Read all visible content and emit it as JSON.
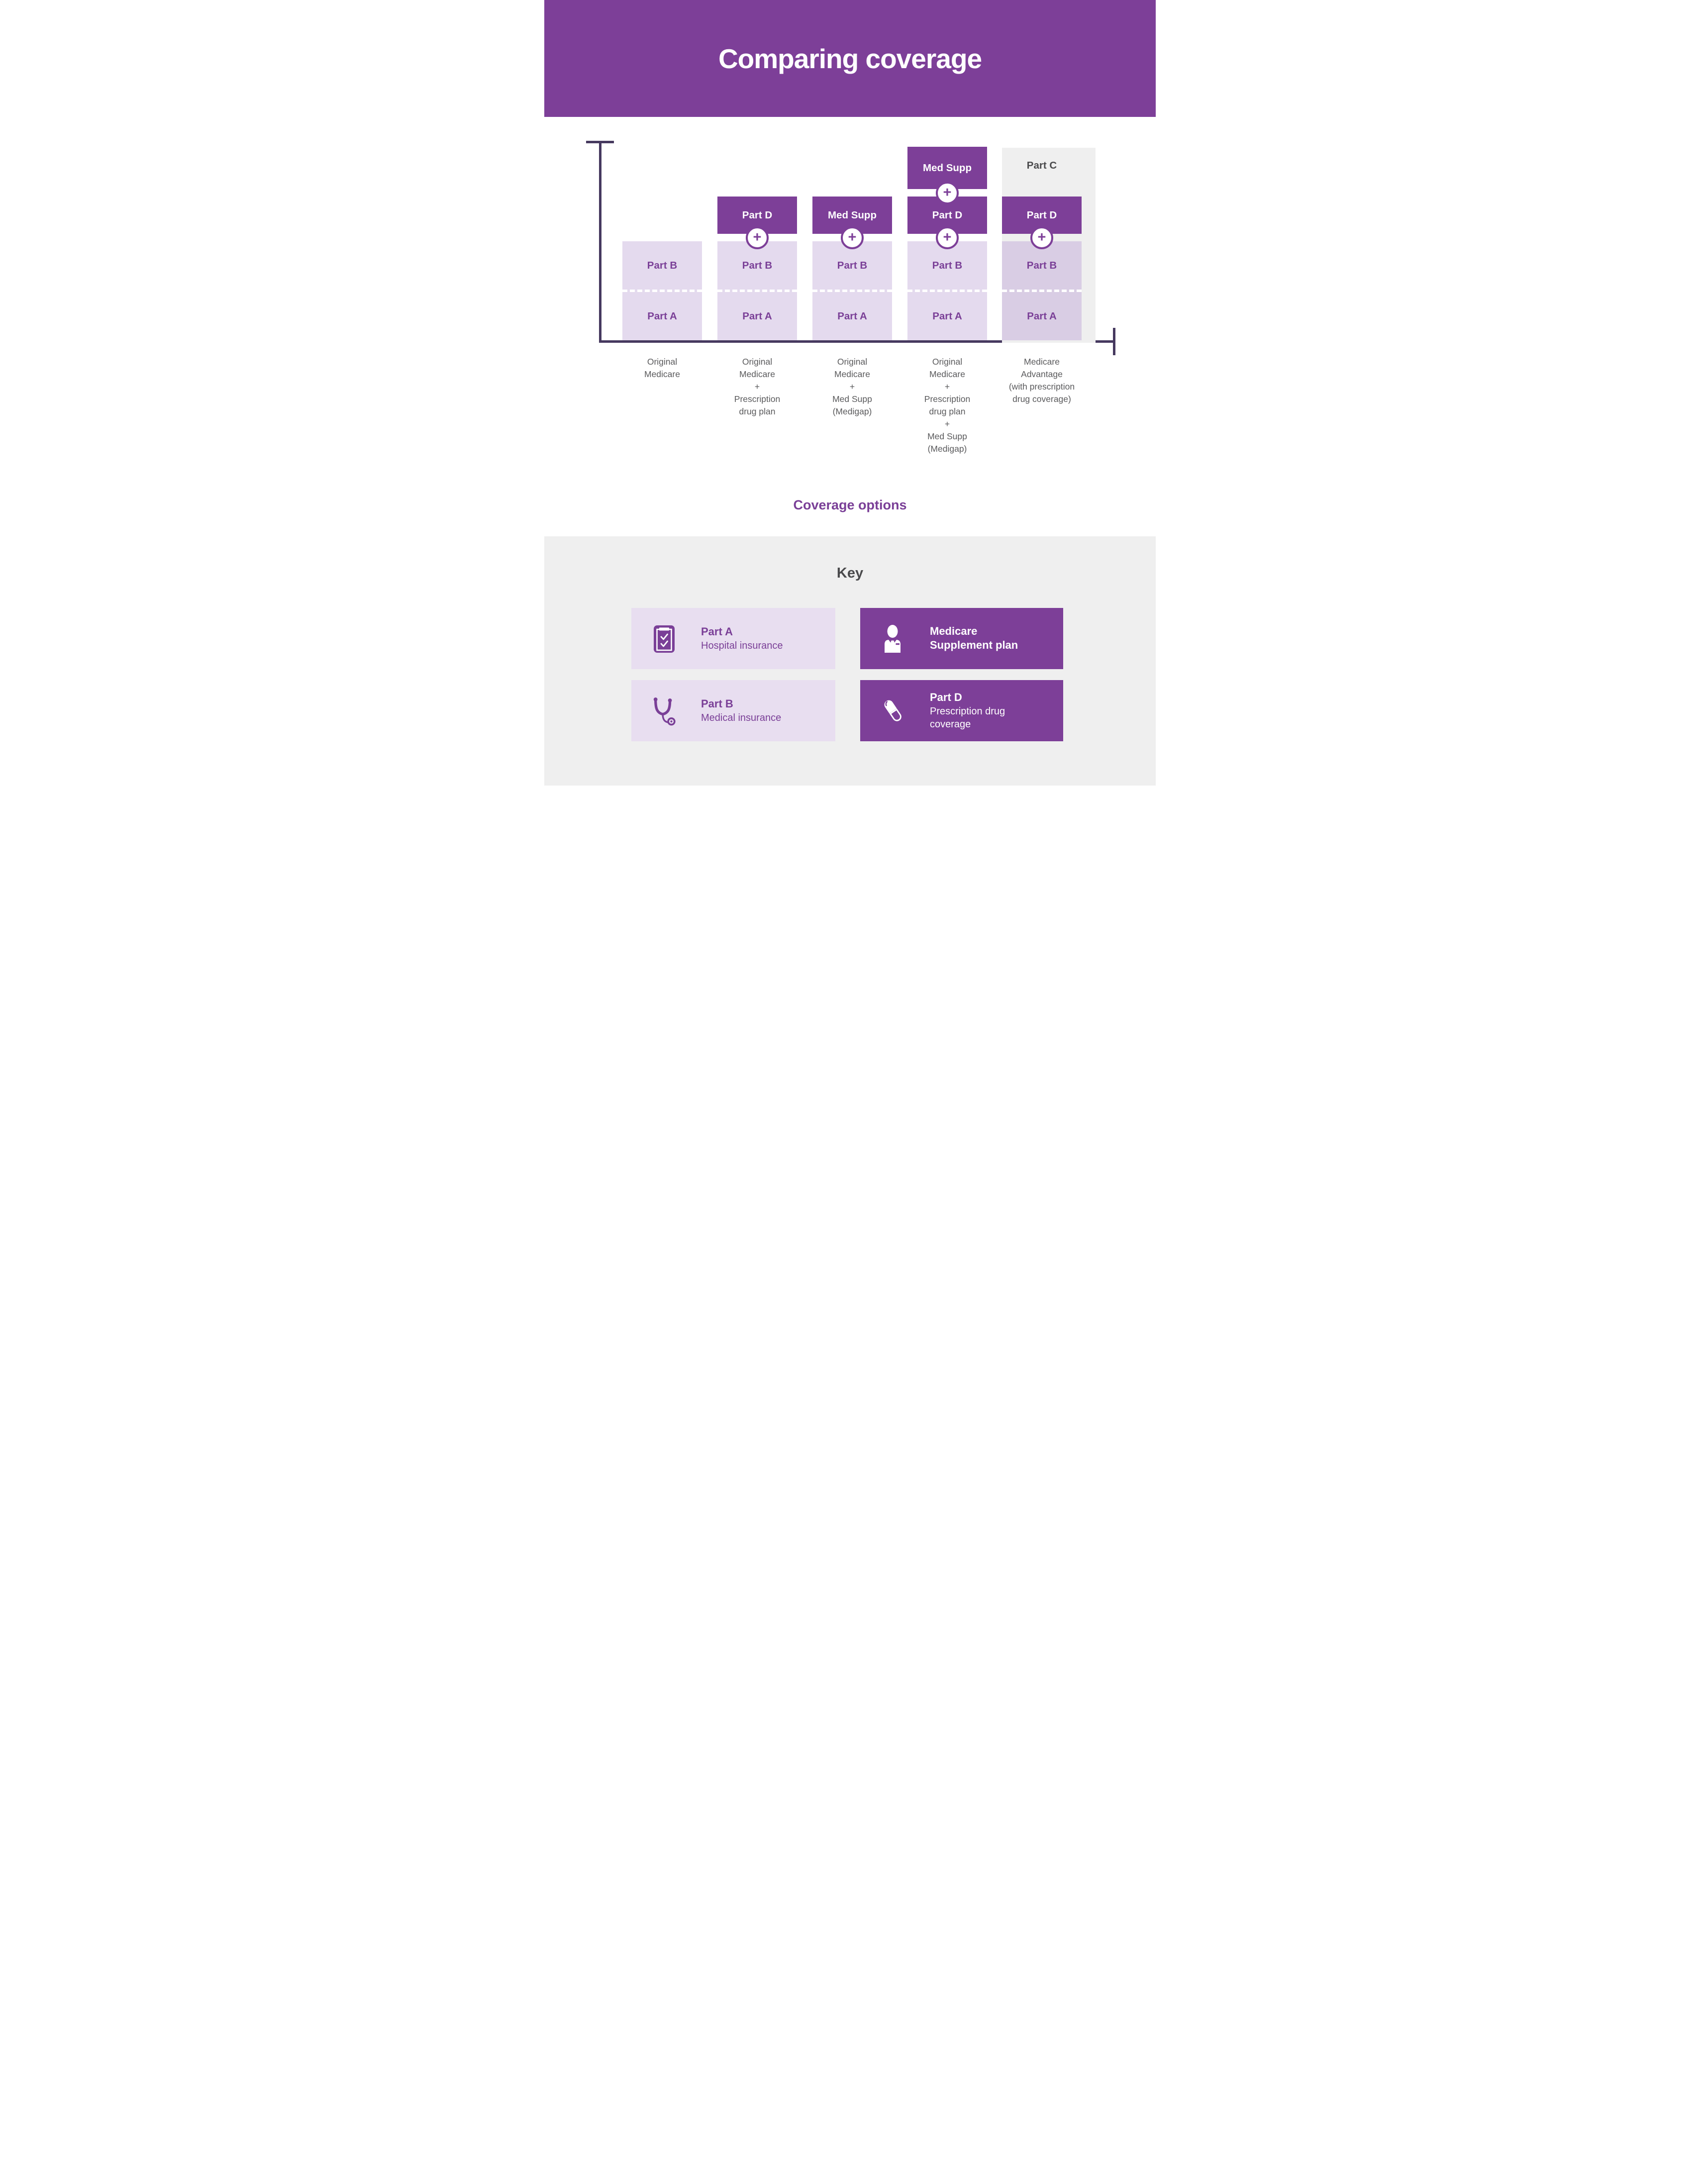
{
  "header": {
    "title": "Comparing coverage"
  },
  "chart": {
    "plus": "+",
    "caption_title": "Coverage options",
    "columns": [
      {
        "partB": "Part B",
        "partA": "Part A",
        "caption": "Original\nMedicare"
      },
      {
        "stack1": "Part D",
        "partB": "Part B",
        "partA": "Part A",
        "caption": "Original\nMedicare\n+\nPrescription\ndrug plan"
      },
      {
        "stack1": "Med Supp",
        "partB": "Part B",
        "partA": "Part A",
        "caption": "Original\nMedicare\n+\nMed Supp\n(Medigap)"
      },
      {
        "stack2": "Med Supp",
        "stack1": "Part D",
        "partB": "Part B",
        "partA": "Part A",
        "caption": "Original\nMedicare\n+\nPrescription\ndrug plan\n+\nMed Supp\n(Medigap)"
      },
      {
        "panel": "Part C",
        "stack1": "Part D",
        "partB": "Part B",
        "partA": "Part A",
        "caption": "Medicare\nAdvantage\n(with prescription\ndrug coverage)"
      }
    ]
  },
  "key": {
    "heading": "Key",
    "items": [
      {
        "title": "Part A",
        "subtitle": "Hospital insurance",
        "icon": "clipboard-icon",
        "style": "light"
      },
      {
        "title": "Part B",
        "subtitle": "Medical insurance",
        "icon": "stethoscope-icon",
        "style": "light"
      },
      {
        "title": "Medicare Supplement plan",
        "subtitle": "",
        "icon": "person-icon",
        "style": "dark"
      },
      {
        "title": "Part D",
        "subtitle": "Prescription drug coverage",
        "icon": "pill-icon",
        "style": "dark"
      }
    ]
  },
  "colors": {
    "brand_purple": "#7d3f98",
    "light_purple_box": "#e4daee",
    "light_purple_box_on_grey": "#d9cde4",
    "key_light_box": "#e8def0",
    "purple_text": "#7a3f97",
    "axis": "#46395f",
    "grey_panel": "#efefef",
    "key_section_bg": "#efefef",
    "caption_grey": "#5a5a5c",
    "dark_grey_text": "#4a4a4c",
    "white": "#ffffff"
  }
}
